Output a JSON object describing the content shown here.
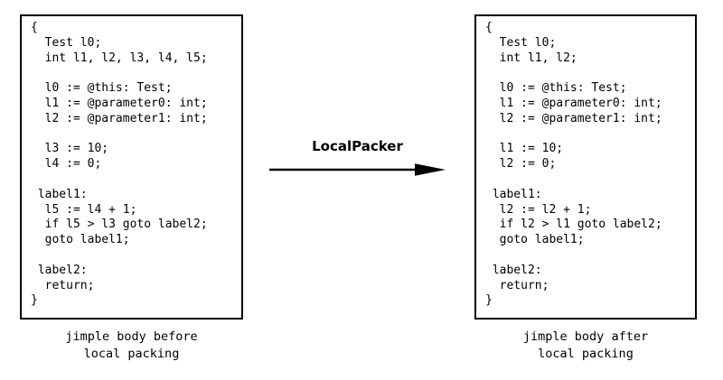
{
  "diagram": {
    "before": {
      "code": "{\n  Test l0;\n  int l1, l2, l3, l4, l5;\n\n  l0 := @this: Test;\n  l1 := @parameter0: int;\n  l2 := @parameter1: int;\n\n  l3 := 10;\n  l4 := 0;\n\n label1:\n  l5 := l4 + 1;\n  if l5 > l3 goto label2;\n  goto label1;\n\n label2:\n  return;\n}",
      "caption": "jimple body before\nlocal packing"
    },
    "transform": {
      "label": "LocalPacker",
      "arrow_icon": "arrow-right-icon"
    },
    "after": {
      "code": "{\n  Test l0;\n  int l1, l2;\n\n  l0 := @this: Test;\n  l1 := @parameter0: int;\n  l2 := @parameter1: int;\n\n  l1 := 10;\n  l2 := 0;\n\n label1:\n  l2 := l2 + 1;\n  if l2 > l1 goto label2;\n  goto label1;\n\n label2:\n  return;\n}",
      "caption": "jimple body after\nlocal packing"
    },
    "colors": {
      "foreground": "#000000",
      "background": "#ffffff"
    }
  }
}
